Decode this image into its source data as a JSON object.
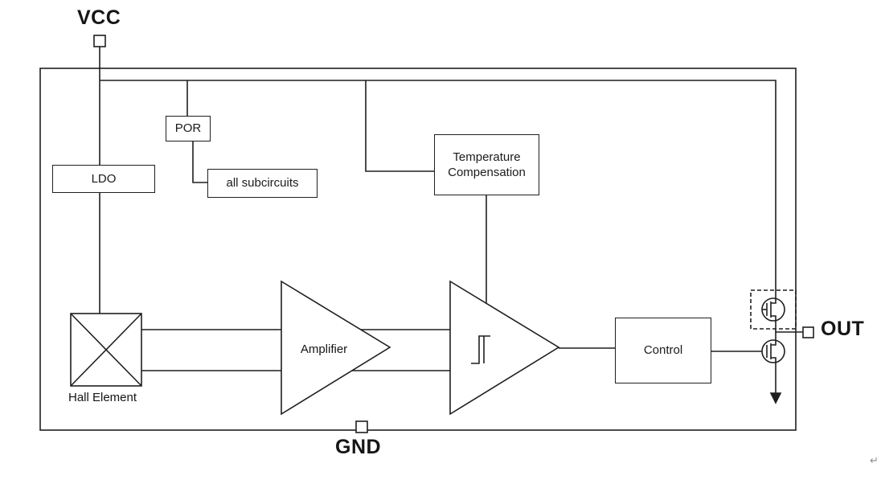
{
  "pins": {
    "vcc": {
      "label": "VCC"
    },
    "gnd": {
      "label": "GND"
    },
    "out": {
      "label": "OUT"
    }
  },
  "blocks": {
    "ldo": {
      "label": "LDO"
    },
    "por": {
      "label": "POR"
    },
    "all_subcircuits": {
      "label": "all subcircuits"
    },
    "temperature_compensation": {
      "label": "Temperature Compensation"
    },
    "amplifier": {
      "label": "Amplifier"
    },
    "control": {
      "label": "Control"
    },
    "hall_element": {
      "label": "Hall Element"
    }
  },
  "icons": {
    "hysteresis": "schmitt-hysteresis-icon",
    "output_transistor_top": "mosfet-icon",
    "output_transistor_bottom": "mosfet-icon",
    "ground_arrow": "ground-arrow-icon"
  },
  "annotations": {
    "return_mark": "↵"
  },
  "colors": {
    "stroke": "#1f1f1f",
    "background": "#ffffff"
  }
}
